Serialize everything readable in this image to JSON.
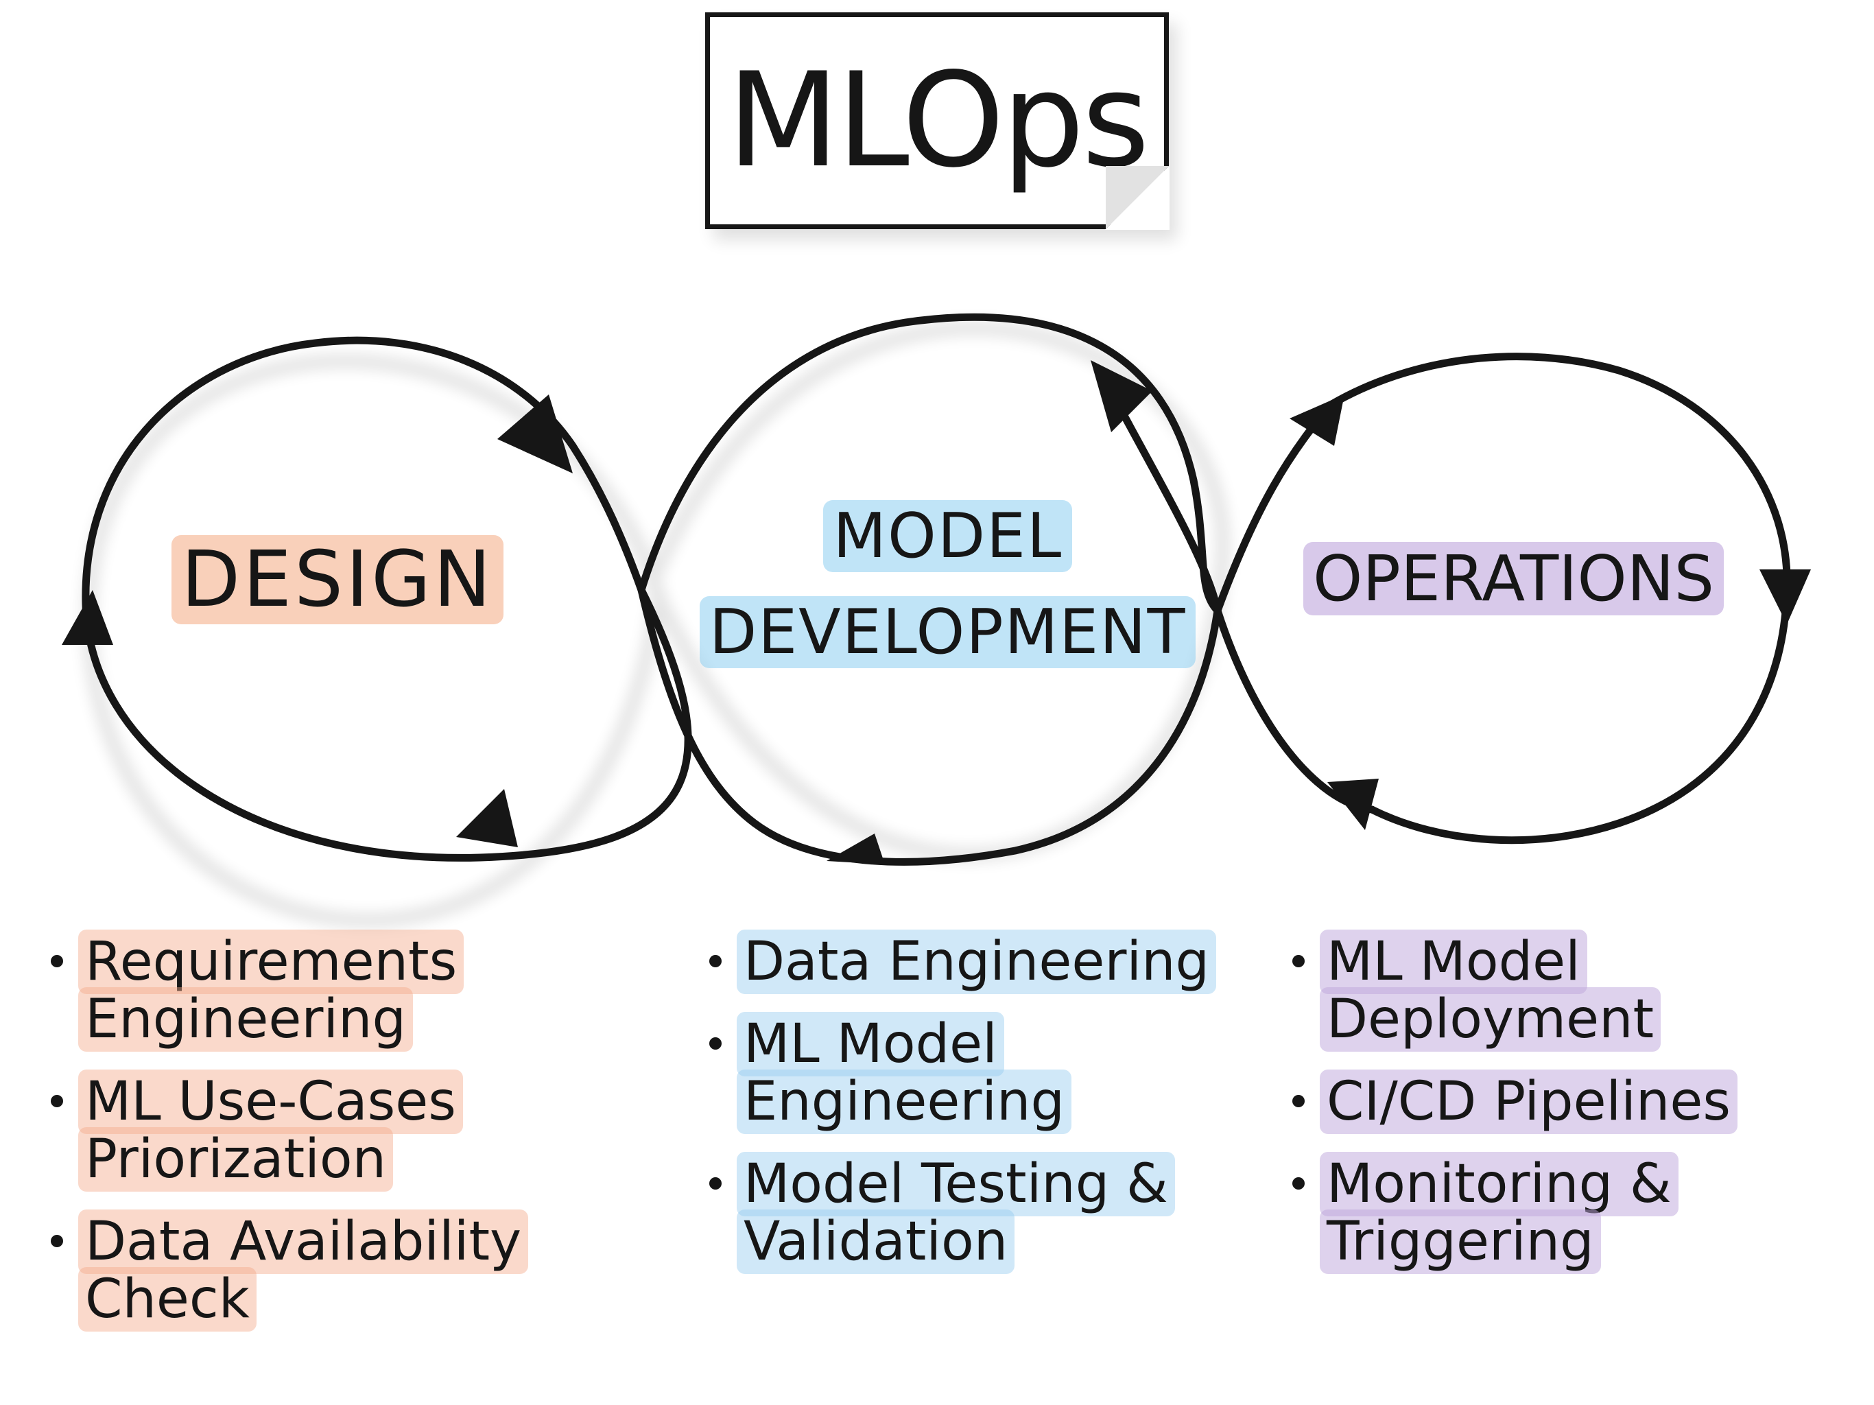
{
  "title": "MLOps",
  "stages": [
    {
      "label": "DESIGN",
      "items": [
        "Requirements Engineering",
        "ML Use-Cases Priorization",
        "Data Availability Check"
      ]
    },
    {
      "label_line1": "MODEL",
      "label_line2": "DEVELOPMENT",
      "items": [
        "Data Engineering",
        "ML Model Engineering",
        "Model Testing & Validation"
      ]
    },
    {
      "label": "OPERATIONS",
      "items": [
        "ML Model Deployment",
        "CI/CD Pipelines",
        "Monitoring & Triggering"
      ]
    }
  ],
  "colors": {
    "ink": "#161616",
    "design_highlight": "#f4aa82",
    "model_highlight": "#8ccdf0",
    "operations_highlight": "#bea5dc"
  },
  "icons": [
    "arrowhead-icon"
  ]
}
